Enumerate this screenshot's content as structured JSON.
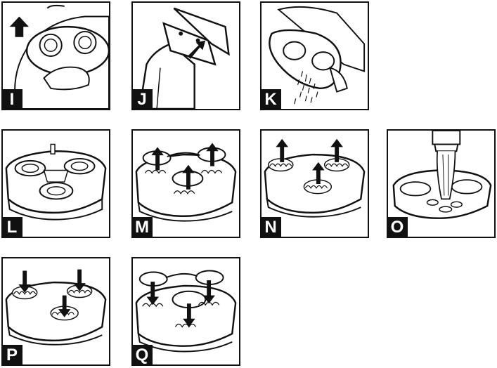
{
  "figure": {
    "panels": [
      {
        "id": "I",
        "label": "I",
        "scene": "shaving-unit-lift"
      },
      {
        "id": "J",
        "label": "J",
        "scene": "shaving-unit-open"
      },
      {
        "id": "K",
        "label": "K",
        "scene": "tap-out-hair"
      },
      {
        "id": "L",
        "label": "L",
        "scene": "retaining-frame"
      },
      {
        "id": "M",
        "label": "M",
        "scene": "remove-retaining-frame"
      },
      {
        "id": "N",
        "label": "N",
        "scene": "remove-cutters"
      },
      {
        "id": "O",
        "label": "O",
        "scene": "rinse-under-tap"
      },
      {
        "id": "P",
        "label": "P",
        "scene": "replace-cutters"
      },
      {
        "id": "Q",
        "label": "Q",
        "scene": "replace-retaining-frame"
      }
    ]
  }
}
